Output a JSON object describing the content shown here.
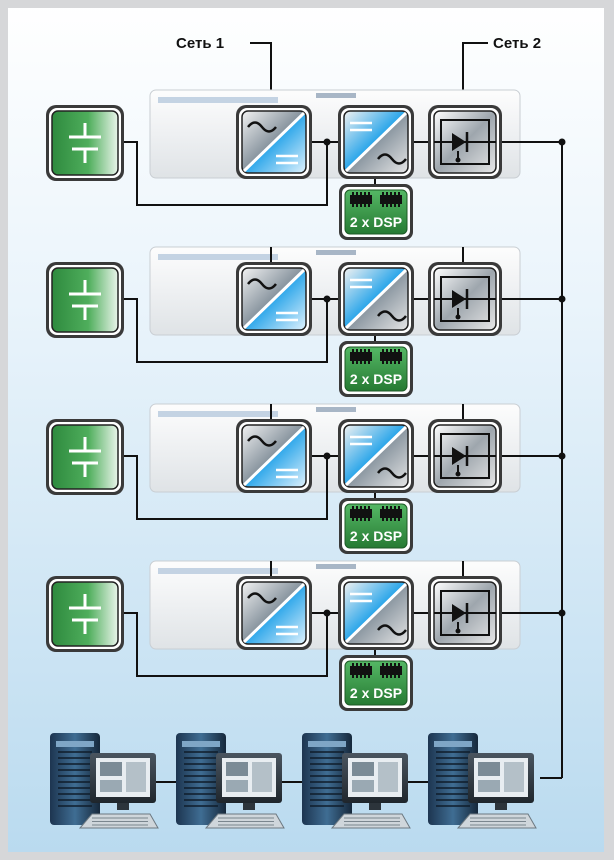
{
  "network_labels": {
    "net1": "Сеть 1",
    "net2": "Сеть 2"
  },
  "dsp_label": "2 x DSP",
  "colors": {
    "battery_green": "#3d9a4c",
    "converter_blue": "#1f9be0",
    "dsp_green": "#2f8f3d",
    "wire": "#111111"
  },
  "units": [
    {
      "battery": "battery-icon",
      "rectifier": "ac-dc-converter-icon",
      "inverter": "dc-ac-converter-icon",
      "switch": "static-switch-icon"
    },
    {
      "battery": "battery-icon",
      "rectifier": "ac-dc-converter-icon",
      "inverter": "dc-ac-converter-icon",
      "switch": "static-switch-icon"
    },
    {
      "battery": "battery-icon",
      "rectifier": "ac-dc-converter-icon",
      "inverter": "dc-ac-converter-icon",
      "switch": "static-switch-icon"
    },
    {
      "battery": "battery-icon",
      "rectifier": "ac-dc-converter-icon",
      "inverter": "dc-ac-converter-icon",
      "switch": "static-switch-icon"
    }
  ],
  "computers": [
    "computer-workstation-icon",
    "computer-workstation-icon",
    "computer-workstation-icon",
    "computer-workstation-icon"
  ]
}
